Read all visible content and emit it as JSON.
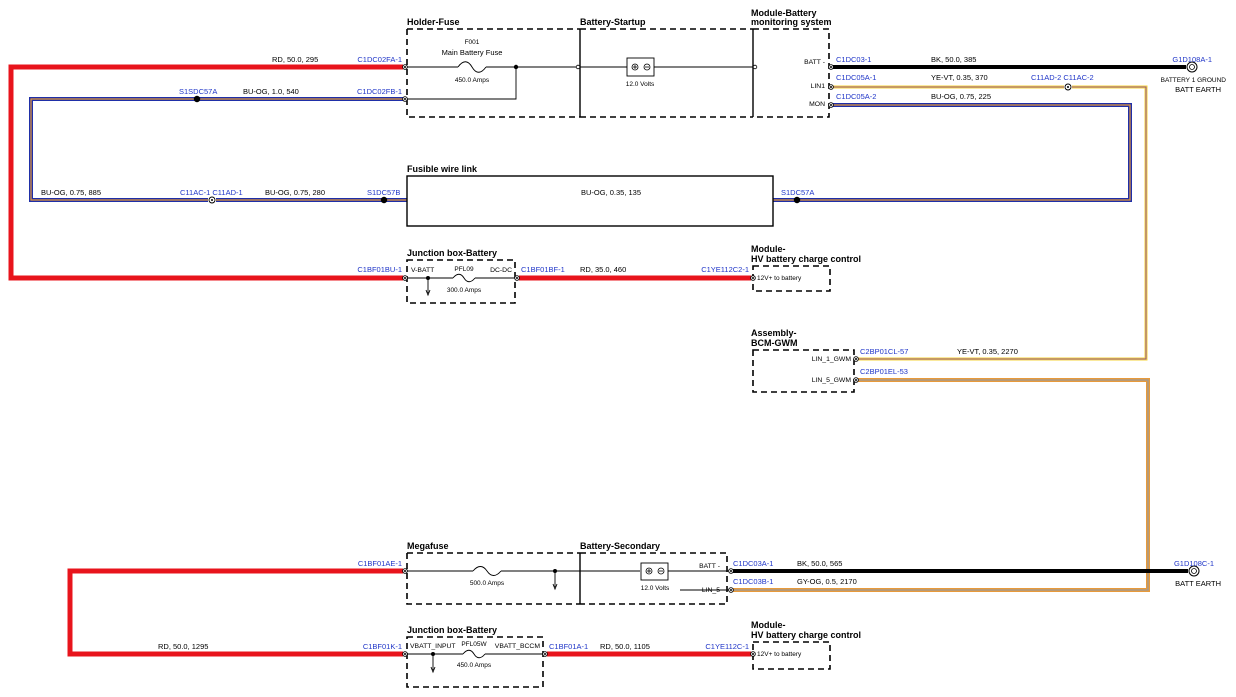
{
  "components": {
    "holder_fuse": {
      "title": "Holder-Fuse",
      "fuse_id": "F001",
      "fuse_name": "Main Battery Fuse",
      "rating": "450.0 Amps"
    },
    "battery_startup": {
      "title": "Battery-Startup",
      "voltage": "12.0 Volts"
    },
    "module_bms": {
      "title_line1": "Module-Battery",
      "title_line2": "monitoring system",
      "pin_batt": "BATT -",
      "pin_lin1": "LIN1",
      "pin_mon": "MON"
    },
    "fusible_link": {
      "title": "Fusible wire link",
      "wire": "BU-OG,  0.35,  135"
    },
    "junction_box_1": {
      "title": "Junction box-Battery",
      "pin_in": "V-BATT",
      "pin_out": "DC-DC",
      "fuse_id": "PFL09",
      "rating": "300.0 Amps"
    },
    "module_hv_1": {
      "title_line1": "Module-",
      "title_line2": "HV battery charge control",
      "pin": "12V+ to battery"
    },
    "assembly_bcm": {
      "title_line1": "Assembly-",
      "title_line2": "BCM-GWM",
      "pin1": "LIN_1_GWM",
      "pin2": "LIN_5_GWM"
    },
    "megafuse": {
      "title": "Megafuse",
      "rating": "500.0 Amps"
    },
    "battery_secondary": {
      "title": "Battery-Secondary",
      "voltage": "12.0 Volts",
      "pin_batt": "BATT -",
      "pin_lin": "LIN_5"
    },
    "junction_box_2": {
      "title": "Junction box-Battery",
      "pin_in": "VBATT_INPUT",
      "pin_out": "VBATT_BCCM",
      "fuse_id": "PFL05W",
      "rating": "450.0 Amps"
    },
    "module_hv_2": {
      "title_line1": "Module-",
      "title_line2": "HV battery charge control",
      "pin": "12V+ to battery"
    }
  },
  "connectors": {
    "c1dc02fa1": "C1DC02FA-1",
    "c1dc02fb1": "C1DC02FB-1",
    "s1sdc57a": "S1SDC57A",
    "c1dc03_1": "C1DC03-1",
    "c1dc05a1": "C1DC05A-1",
    "c1dc05a2": "C1DC05A-2",
    "c11ad2_c11ac2": "C11AD-2  C11AC-2",
    "g1d108a1": "G1D108A-1",
    "c11ac1_c11ad1": "C11AC-1  C11AD-1",
    "s1dc57b": "S1DC57B",
    "s1dc57a": "S1DC57A",
    "c1bf01bu1": "C1BF01BU-1",
    "c1bf01bf1": "C1BF01BF-1",
    "c1ye112c2_1": "C1YE112C2-1",
    "c2bp01cl57": "C2BP01CL-57",
    "c2bp01el53": "C2BP01EL-53",
    "c1bf01ae1": "C1BF01AE-1",
    "c1dc03a1": "C1DC03A-1",
    "c1dc03b1": "C1DC03B-1",
    "g1d108c1": "G1D108C-1",
    "c1bf01k1": "C1BF01K-1",
    "c1bf01a1": "C1BF01A-1",
    "c1ye112c1": "C1YE112C-1"
  },
  "wires": {
    "rd_50_295": "RD,  50.0,  295",
    "buog_1_540": "BU-OG,  1.0,  540",
    "bk_50_385": "BK,  50.0,  385",
    "yevt_035_370": "YE-VT,  0.35,  370",
    "buog_075_225": "BU-OG,  0.75,  225",
    "buog_075_885": "BU-OG,  0.75,  885",
    "buog_075_280": "BU-OG,  0.75,  280",
    "rd_35_460": "RD,  35.0,  460",
    "yevt_035_2270": "YE-VT,  0.35,  2270",
    "bk_50_565": "BK,  50.0,  565",
    "gyog_05_2170": "GY-OG,  0.5,  2170",
    "rd_50_1295": "RD,  50.0,  1295",
    "rd_50_1105": "RD,  50.0,  1105"
  },
  "grounds": {
    "battery1_ground": "BATTERY 1 GROUND",
    "batt_earth_1": "BATT EARTH",
    "batt_earth_2": "BATT EARTH"
  },
  "colors": {
    "red": "#e8141c",
    "black": "#000000",
    "blue": "#1f2fa8",
    "orange": "#e89a3a",
    "yellow": "#f5d33a",
    "violet": "#7a3aa8",
    "gray": "#9a9a9a",
    "connector_text": "#1f35c8"
  }
}
